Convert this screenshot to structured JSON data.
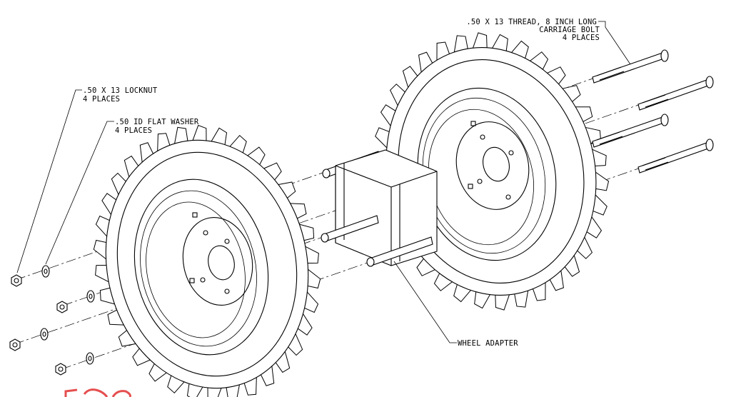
{
  "callouts": {
    "carriage_bolt": {
      "line1": ".50 X 13 THREAD, 8 INCH LONG",
      "line2": "CARRIAGE BOLT",
      "line3": "4 PLACES"
    },
    "locknut": {
      "line1": ".50 X 13 LOCKNUT",
      "line2": "4 PLACES"
    },
    "flat_washer": {
      "line1": ".50 ID FLAT WASHER",
      "line2": "4 PLACES"
    },
    "wheel_adapter": {
      "line1": "WHEEL ADAPTER"
    }
  },
  "colors": {
    "line": "#000000",
    "background": "#ffffff",
    "watermark": "#e03030"
  },
  "parts": [
    "locknut",
    "flat-washer",
    "tire-wheel",
    "wheel-adapter",
    "carriage-bolt"
  ]
}
